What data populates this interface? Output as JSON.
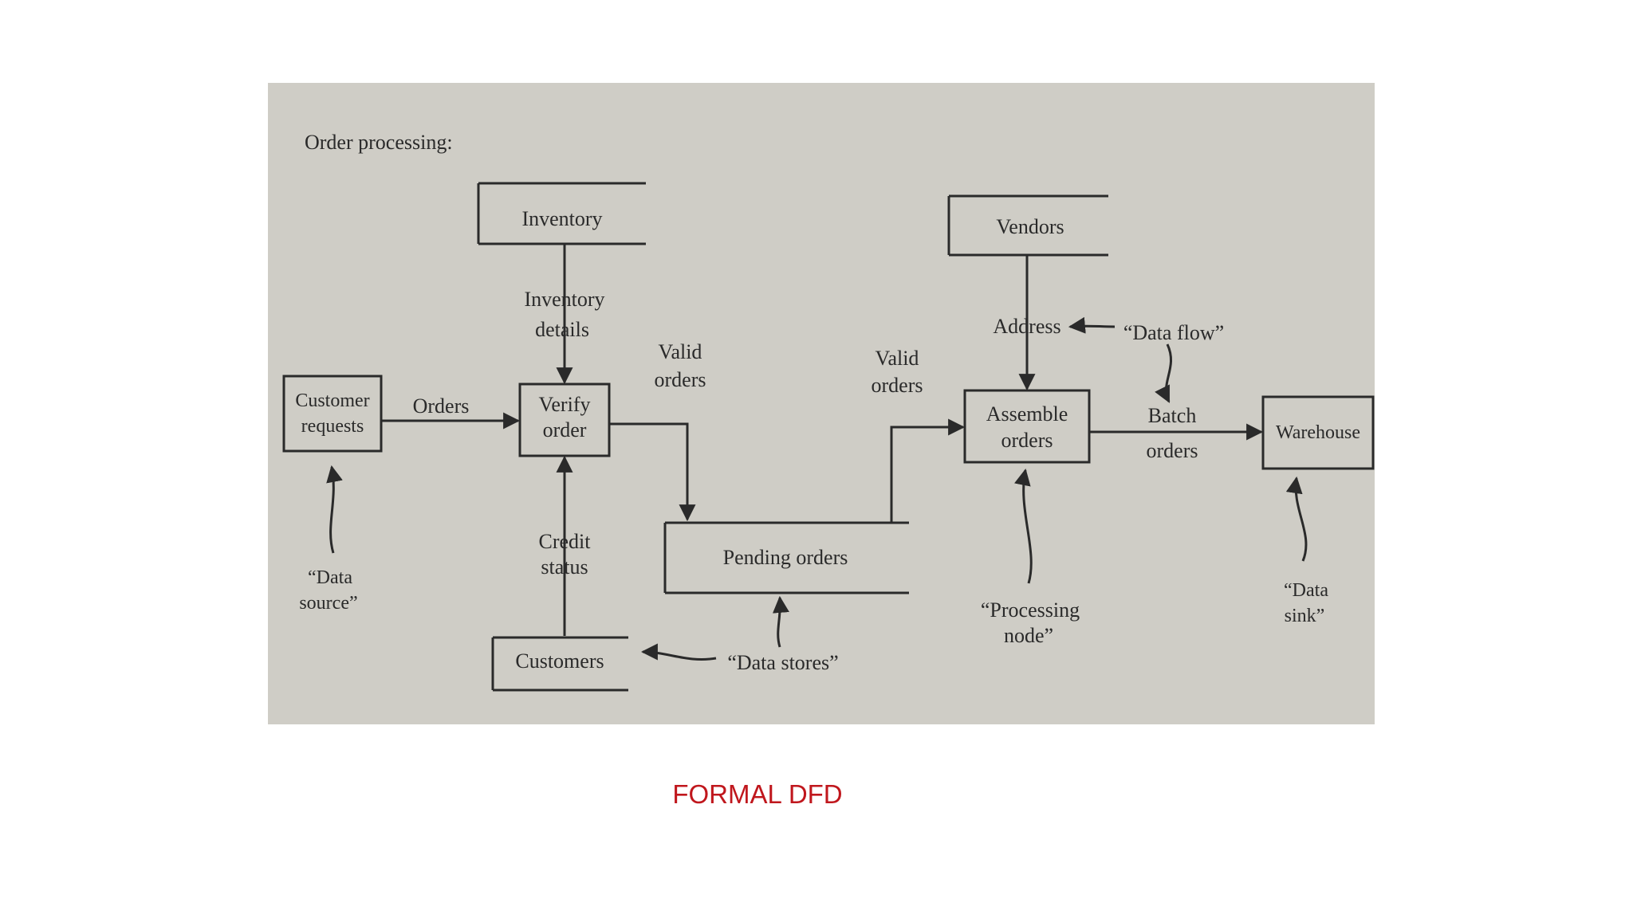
{
  "heading": "Order processing:",
  "nodes": {
    "inventory": "Inventory",
    "vendors": "Vendors",
    "customer_requests_line1": "Customer",
    "customer_requests_line2": "requests",
    "verify_order_line1": "Verify",
    "verify_order_line2": "order",
    "assemble_orders_line1": "Assemble",
    "assemble_orders_line2": "orders",
    "warehouse": "Warehouse",
    "pending_orders": "Pending orders",
    "customers": "Customers"
  },
  "flows": {
    "orders": "Orders",
    "inventory_details_line1": "Inventory",
    "inventory_details_line2": "details",
    "valid_orders_1_line1": "Valid",
    "valid_orders_1_line2": "orders",
    "valid_orders_2_line1": "Valid",
    "valid_orders_2_line2": "orders",
    "address": "Address",
    "batch_orders_line1": "Batch",
    "batch_orders_line2": "orders",
    "credit_status_line1": "Credit",
    "credit_status_line2": "status"
  },
  "annotations": {
    "data_flow": "“Data flow”",
    "data_source_line1": "“Data",
    "data_source_line2": "source”",
    "data_stores": "“Data stores”",
    "processing_node_line1": "“Processing",
    "processing_node_line2": "node”",
    "data_sink_line1": "“Data",
    "data_sink_line2": "sink”"
  },
  "caption": "FORMAL DFD",
  "colors": {
    "photo_background": "#cfcdc6",
    "ink": "#2a2a2a",
    "caption": "#c0171d"
  }
}
